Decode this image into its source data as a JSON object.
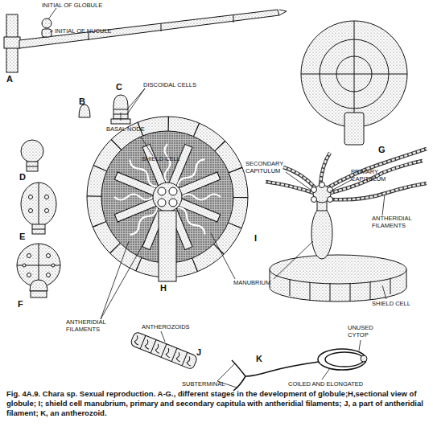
{
  "diagram": {
    "caption": "Fig. 4A.9. Chara sp. Sexual reproduction. A-G., different stages in the development of globule;H,sectional view of globule; I; shield cell manubrium, primary and secondary capitula with antheridial filaments; J, a part of antheridial filament; K, an antherozoid.",
    "labels": [
      "INITIAL OF GLOBULE",
      "INITIAL OF NUCULE",
      "A",
      "B",
      "C",
      "DISCOIDAL CELLS",
      "BASAL NODE",
      "D",
      "E",
      "F",
      "G",
      "SHIELD CELL",
      "SECONDARY CAPITULUM",
      "PRIMARY CAPITULUM",
      "ANTHERIDIAL FILAMENTS",
      "H",
      "MANUBRIUM",
      "SHIELD CELL",
      "I",
      "ANTHERIDIAL FILAMENTS",
      "ANTHEROZOIDS",
      "J",
      "SUBTERMINAL",
      "K",
      "UNUSED CYTOP",
      "COILED AND ELONGATED"
    ]
  }
}
